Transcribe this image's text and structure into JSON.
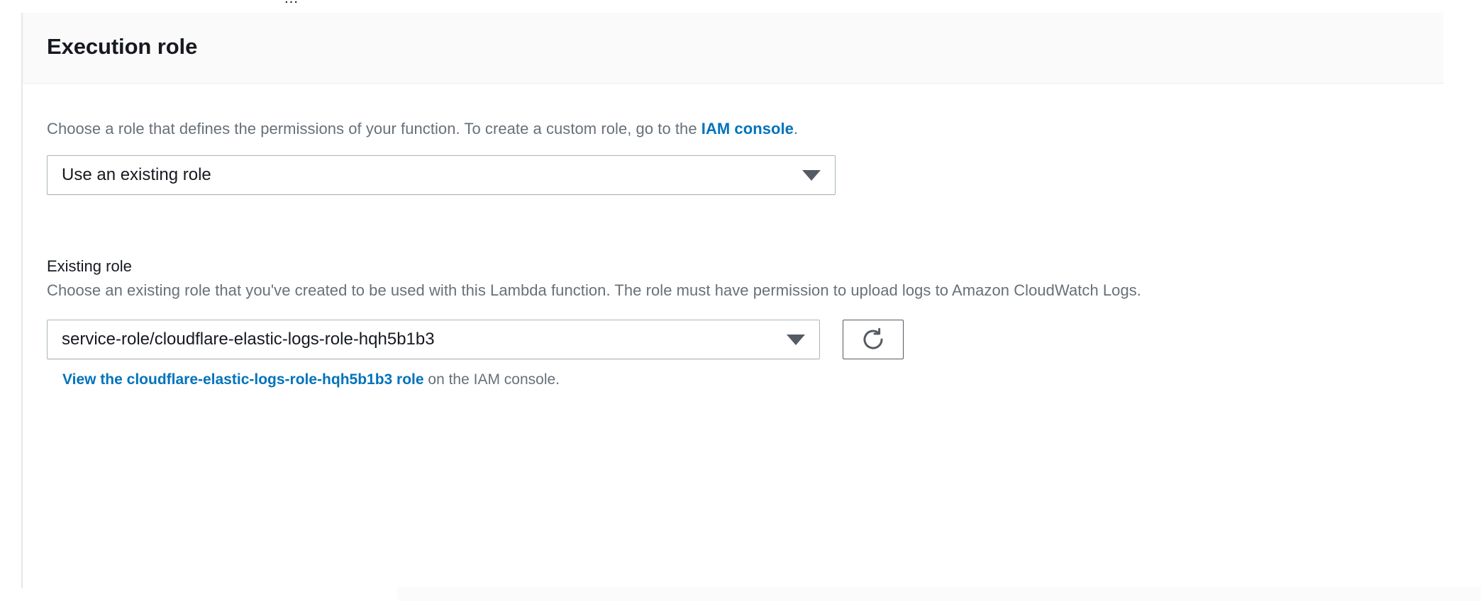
{
  "clipped_top_text": "…",
  "card": {
    "title": "Execution role",
    "role_section": {
      "description_prefix": "Choose a role that defines the permissions of your function. To create a custom role, go to the ",
      "description_link": "IAM console",
      "description_suffix": ".",
      "select": {
        "name": "execution-role-select",
        "value": "Use an existing role",
        "caret_icon": "chevron-down-icon"
      }
    },
    "existing_role_section": {
      "label": "Existing role",
      "description": "Choose an existing role that you've created to be used with this Lambda function. The role must have permission to upload logs to Amazon CloudWatch Logs.",
      "select": {
        "name": "existing-role-select",
        "value": "service-role/cloudflare-elastic-logs-role-hqh5b1b3",
        "caret_icon": "chevron-down-icon"
      },
      "refresh_button": {
        "name": "refresh-roles-button",
        "icon": "refresh-icon"
      },
      "footer_link_text": "View the cloudflare-elastic-logs-role-hqh5b1b3 role",
      "footer_suffix": " on the IAM console."
    }
  },
  "colors": {
    "link": "#0073bb",
    "text_primary": "#16191f",
    "text_secondary": "#687078",
    "border": "#aab7b8",
    "header_bg": "#fafafa",
    "icon": "#545b64"
  }
}
